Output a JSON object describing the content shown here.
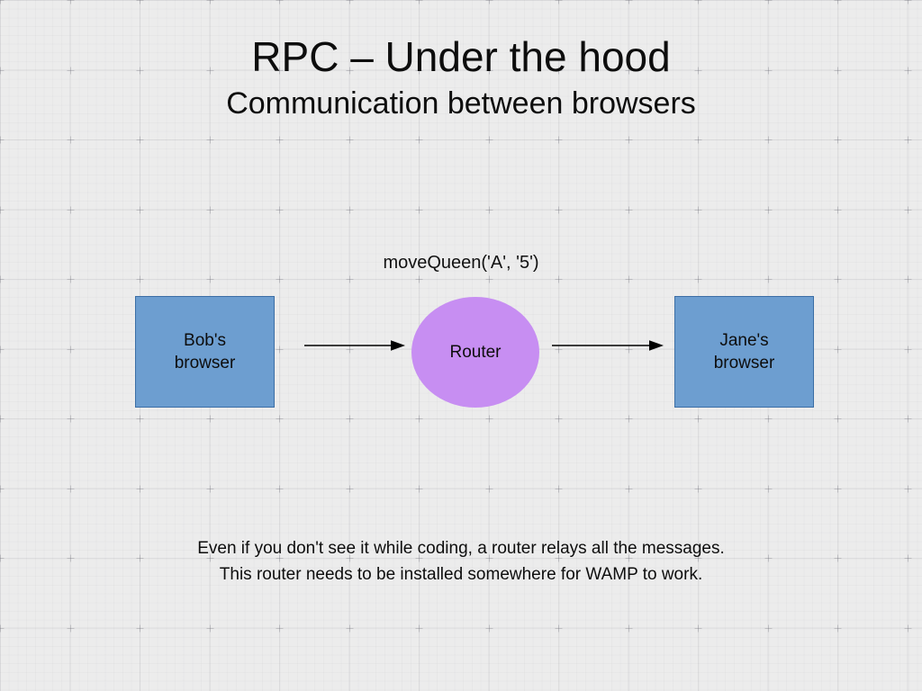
{
  "slide": {
    "title": "RPC – Under the hood",
    "subtitle": "Communication between browsers",
    "background_color": "#ececec",
    "caption": "Even if you don't see it while coding, a router relays all the messages.\nThis router needs to be installed somewhere for WAMP to work."
  },
  "diagram": {
    "message_label": "moveQueen('A', '5')",
    "nodes": [
      {
        "id": "bob-browser",
        "label": "Bob's\nbrowser",
        "shape": "rectangle",
        "fill": "#6d9ed0",
        "stroke": "#3b6ea5"
      },
      {
        "id": "router",
        "label": "Router",
        "shape": "ellipse",
        "fill": "#c78ef2",
        "stroke": "#c78ef2"
      },
      {
        "id": "jane-browser",
        "label": "Jane's\nbrowser",
        "shape": "rectangle",
        "fill": "#6d9ed0",
        "stroke": "#3b6ea5"
      }
    ],
    "edges": [
      {
        "id": "bob-to-router",
        "from": "bob-browser",
        "to": "router",
        "direction": "right",
        "color": "#000000"
      },
      {
        "id": "router-to-jane",
        "from": "router",
        "to": "jane-browser",
        "direction": "right",
        "color": "#000000"
      }
    ]
  }
}
